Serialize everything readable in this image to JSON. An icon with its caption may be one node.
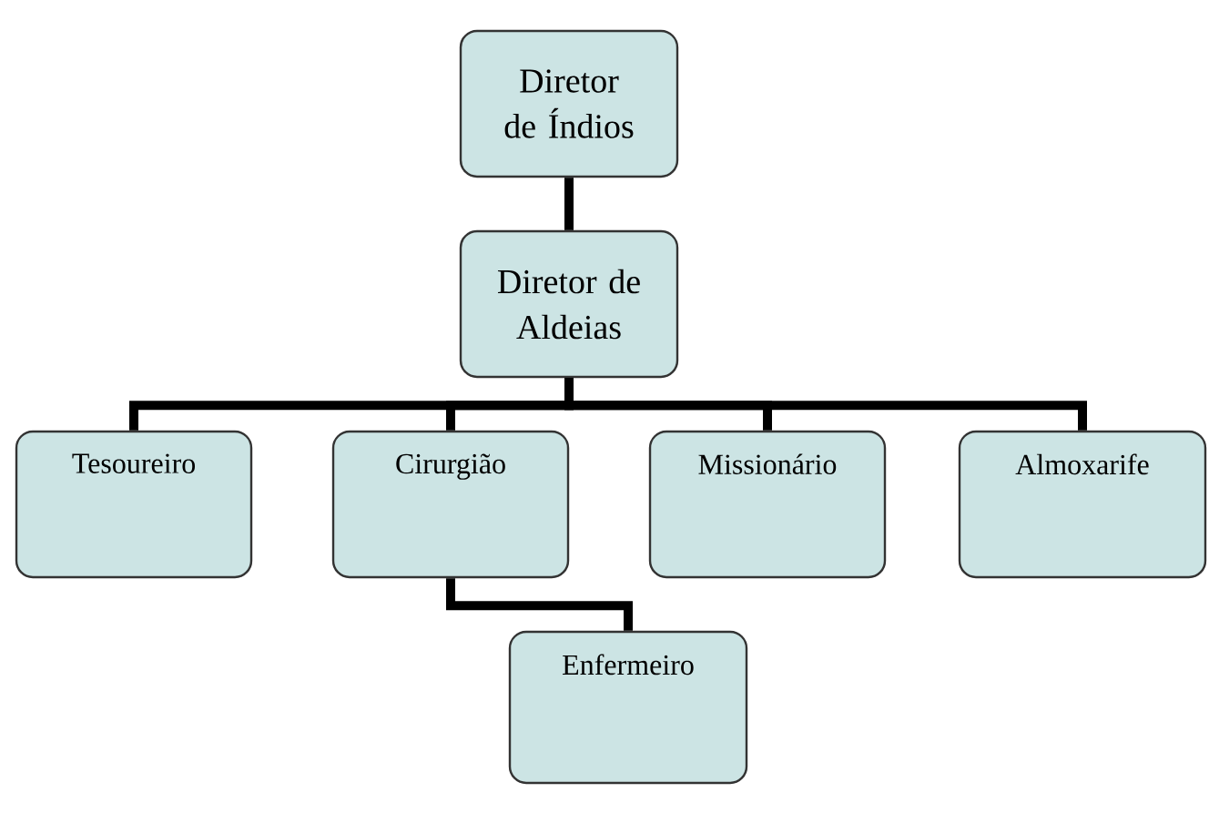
{
  "diagram": {
    "nodes": [
      {
        "text": [
          "Diretor de Índios"
        ]
      },
      {
        "text": [
          "Diretor de Aldeias"
        ]
      },
      {
        "text": [
          "Tesoureiro"
        ]
      },
      {
        "text": [
          "Cirurgião"
        ]
      },
      {
        "text": [
          "Missionário"
        ]
      },
      {
        "text": [
          "Almoxarife"
        ]
      },
      {
        "text": [
          "Enfermeiro"
        ]
      }
    ],
    "edges": [
      {
        "from": 0,
        "to": 1,
        "arrow": "none"
      },
      {
        "from": 1,
        "to": 2,
        "arrow": "none"
      },
      {
        "from": 1,
        "to": 3,
        "arrow": "none"
      },
      {
        "from": 1,
        "to": 4,
        "arrow": "none"
      },
      {
        "from": 1,
        "to": 5,
        "arrow": "none"
      },
      {
        "from": 3,
        "to": 6,
        "arrow": "none"
      }
    ]
  }
}
